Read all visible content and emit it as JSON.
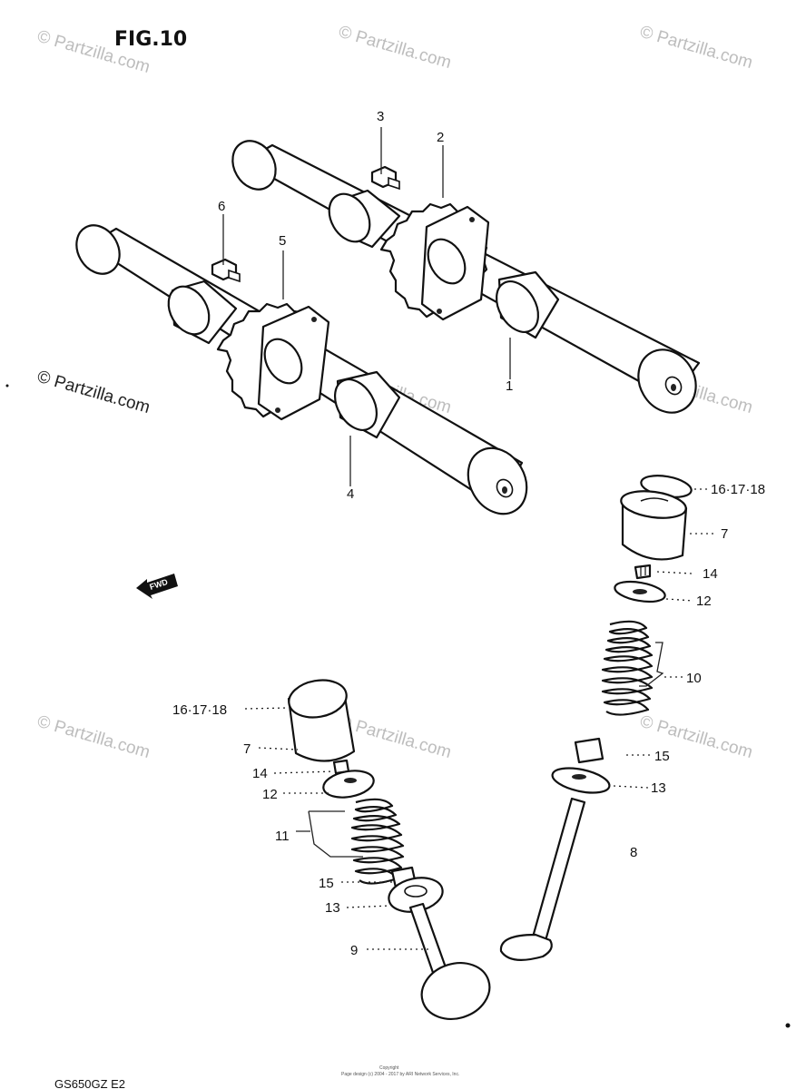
{
  "figure": {
    "title": "FIG.10",
    "model_code": "GS650GZ E2",
    "direction_label": "FWD",
    "footer_line1": "Copyright",
    "footer_line2": "Page design (c) 2004 - 2017 by ARI Network Services, Inc."
  },
  "watermark": {
    "text": "© Partzilla.com",
    "color": "#bdbdbd"
  },
  "callouts": {
    "c1": "1",
    "c2": "2",
    "c3": "3",
    "c4": "4",
    "c5": "5",
    "c6": "6",
    "c7_right": "7",
    "c7_left": "7",
    "c8": "8",
    "c9": "9",
    "c10": "10",
    "c11": "11",
    "c12_right": "12",
    "c12_left": "12",
    "c13_right": "13",
    "c13_left": "13",
    "c14_right": "14",
    "c14_left": "14",
    "c15_right": "15",
    "c15_left": "15",
    "c161718_right": "16·17·18",
    "c161718_left": "16·17·18"
  }
}
